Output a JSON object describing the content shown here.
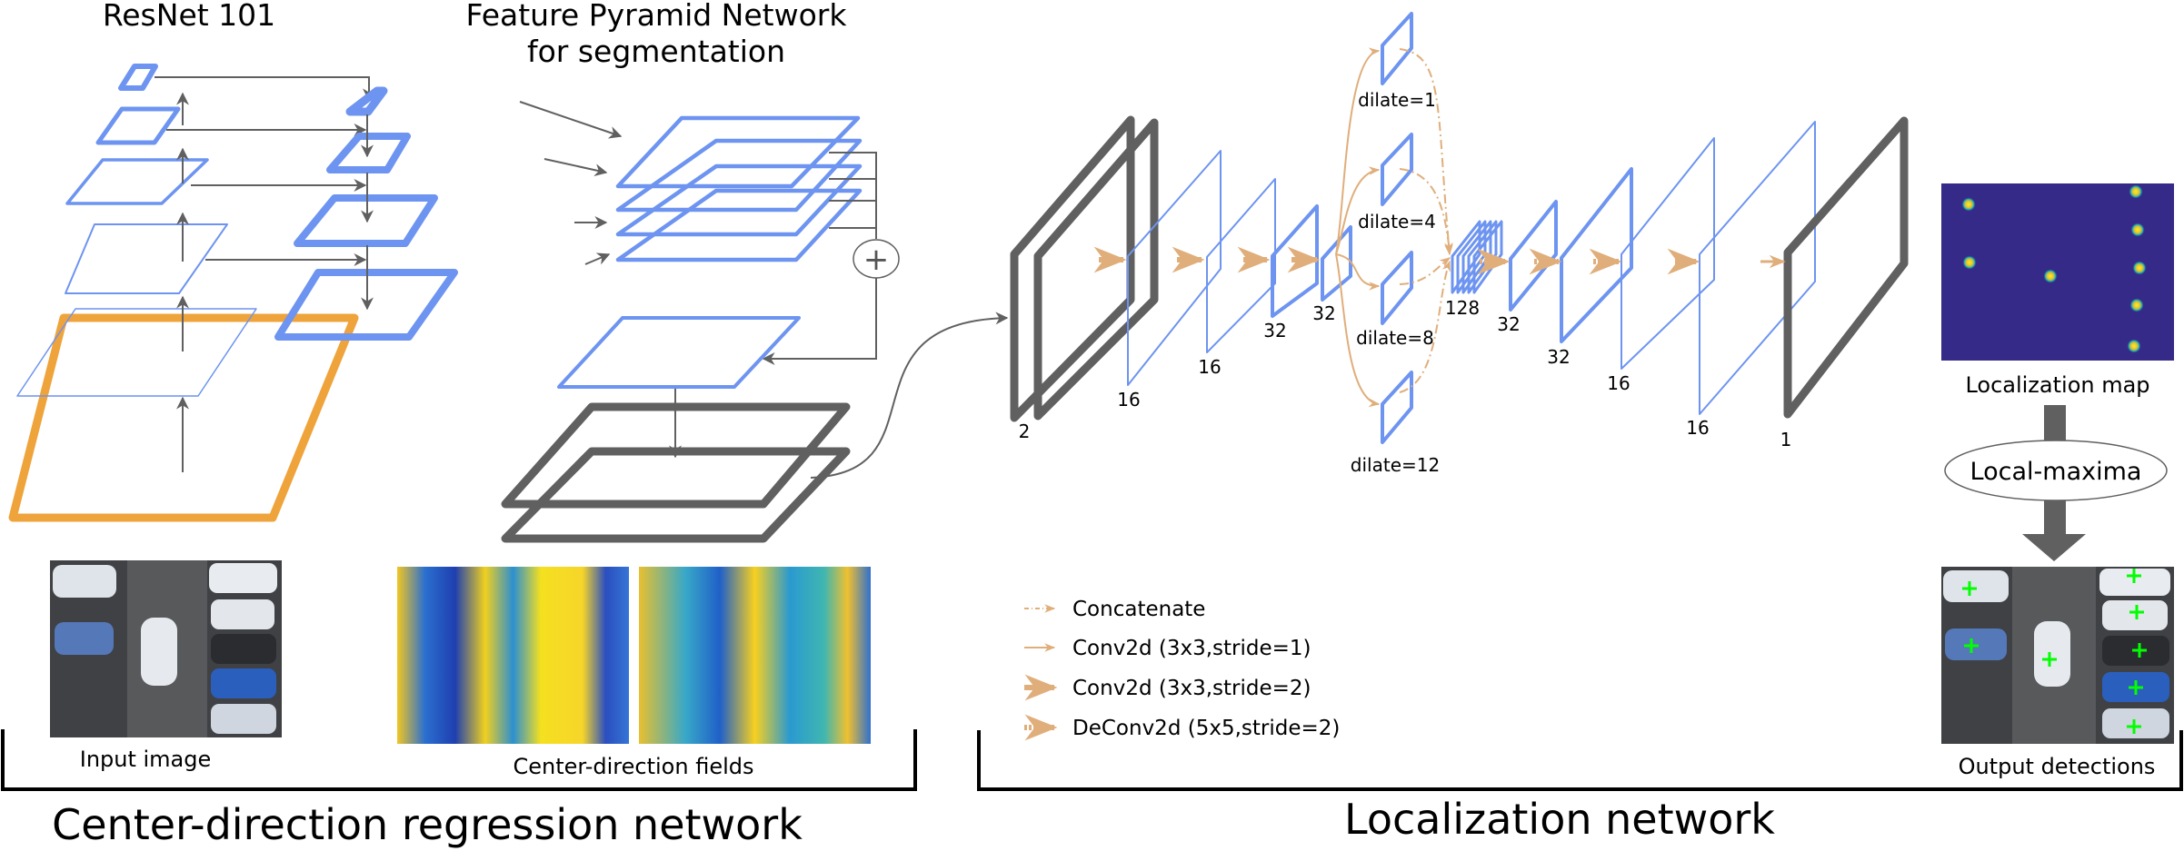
{
  "headings": {
    "resnet": "ResNet 101",
    "fpn_line1": "Feature Pyramid Network",
    "fpn_line2": "for segmentation"
  },
  "captions": {
    "input_image": "Input image",
    "center_direction_fields": "Center-direction fields",
    "localization_map": "Localization map",
    "output_detections": "Output detections"
  },
  "sections": {
    "left": "Center-direction regression network",
    "right": "Localization network"
  },
  "node": {
    "local_maxima": "Local-maxima",
    "sum_symbol": "+"
  },
  "localization_net": {
    "channel_labels": [
      "2",
      "16",
      "16",
      "32",
      "32",
      "128",
      "32",
      "32",
      "16",
      "16",
      "1"
    ],
    "dilation_labels": [
      "dilate=1",
      "dilate=4",
      "dilate=8",
      "dilate=12"
    ]
  },
  "legend": [
    {
      "icon": "dash-dot-arrow-icon",
      "label": "Concatenate"
    },
    {
      "icon": "thin-arrow-icon",
      "label": "Conv2d (3x3,stride=1)"
    },
    {
      "icon": "thick-arrow-icon",
      "label": "Conv2d (3x3,stride=2)"
    },
    {
      "icon": "dotted-arrow-icon",
      "label": "DeConv2d (5x5,stride=2)"
    }
  ],
  "colors": {
    "feature_map": "#6d94f0",
    "io_map": "#606060",
    "input_layer": "#efa33b",
    "op_arrow": "#e0ae7b",
    "heatmap_bg": "#352a87",
    "detection_mark": "#00ff00"
  }
}
